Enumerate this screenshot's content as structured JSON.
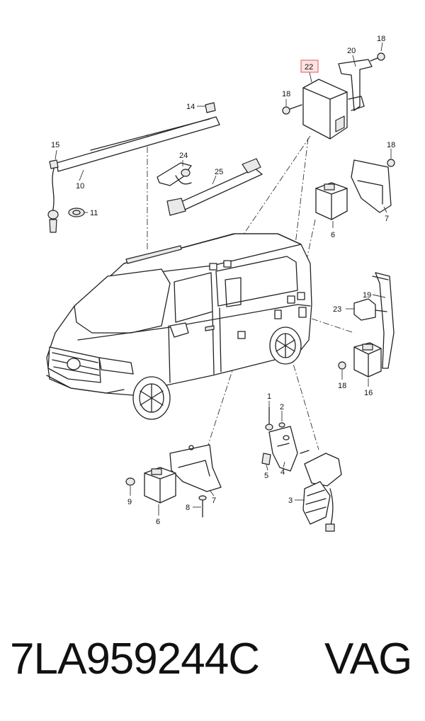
{
  "callouts": {
    "c1": "1",
    "c2": "2",
    "c3": "3",
    "c4": "4",
    "c5": "5",
    "c6a": "6",
    "c6b": "6",
    "c7a": "7",
    "c7b": "7",
    "c8": "8",
    "c9": "9",
    "c10": "10",
    "c11": "11",
    "c14": "14",
    "c15": "15",
    "c16": "16",
    "c18a": "18",
    "c18b": "18",
    "c18c": "18",
    "c18d": "18",
    "c19": "19",
    "c20": "20",
    "c22": "22",
    "c23": "23",
    "c24": "24",
    "c25": "25"
  },
  "highlight": {
    "part": "22",
    "color": "#e05a5a",
    "fill": "#fde2e2"
  },
  "footer": {
    "part_number": "7LA959244C",
    "brand": "VAG"
  }
}
